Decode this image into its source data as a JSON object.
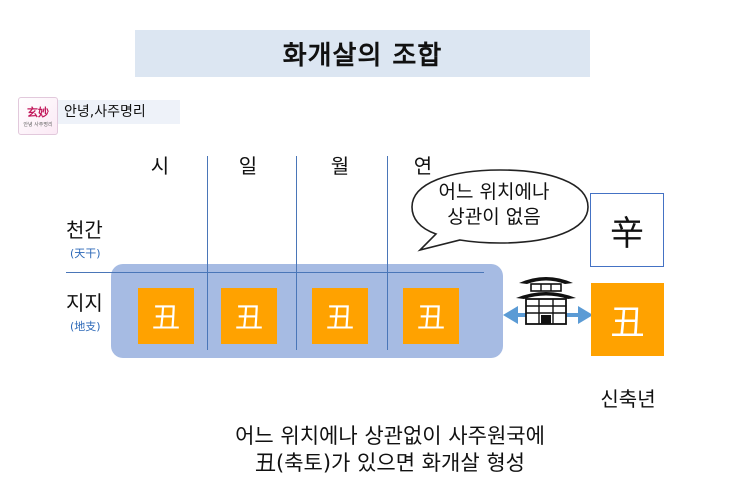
{
  "title": "화개살의 조합",
  "logo": {
    "mark": "玄妙",
    "tagline": "안녕 사주명리"
  },
  "greeting": "안녕,사주명리",
  "columns": [
    "시",
    "일",
    "월",
    "연"
  ],
  "rows": [
    {
      "label": "천간",
      "sub": "(天干)"
    },
    {
      "label": "지지",
      "sub": "(地支)"
    }
  ],
  "branch_cells": [
    "丑",
    "丑",
    "丑",
    "丑"
  ],
  "year": {
    "stem": "辛",
    "branch": "丑",
    "label": "신축년"
  },
  "bubble": {
    "line1": "어느 위치에나",
    "line2": "상관이 없음"
  },
  "caption": {
    "line1": "어느 위치에나 상관없이 사주원국에",
    "line2": "丑(축토)가 있으면 화개살 형성"
  },
  "colors": {
    "title_bg": "#dce6f2",
    "band": "#a6bbe3",
    "ox_fill": "#ffa200",
    "line": "#4a76b8",
    "arrow": "#5b9bd5"
  },
  "icons": [
    "pagoda-icon",
    "double-arrow-icon",
    "speech-bubble"
  ]
}
